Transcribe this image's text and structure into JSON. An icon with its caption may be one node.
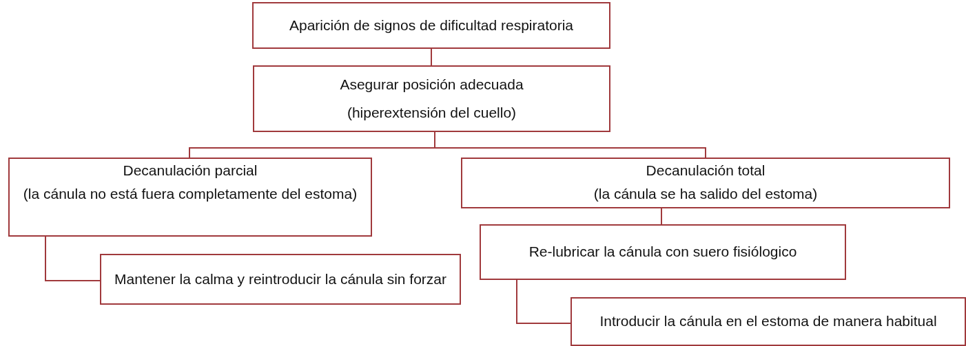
{
  "diagram": {
    "nodes": [
      {
        "text": [
          "Aparición de signos de dificultad respiratoria"
        ]
      },
      {
        "text": [
          "Asegurar posición adecuada",
          "(hiperextensión del cuello)"
        ]
      },
      {
        "text": [
          "Decanulación parcial",
          "(la cánula no está fuera completamente del estoma)"
        ]
      },
      {
        "text": [
          "Mantener la calma y reintroducir la cánula sin forzar"
        ]
      },
      {
        "text": [
          "Decanulación total",
          "(la cánula se ha salido del estoma)"
        ]
      },
      {
        "text": [
          "Re-lubricar la cánula con suero fisiólogico"
        ]
      },
      {
        "text": [
          "Introducir la cánula en el estoma de manera habitual"
        ]
      }
    ],
    "edges": [
      {
        "from": 0,
        "to": 1,
        "arrow": "none"
      },
      {
        "from": 1,
        "to": 2,
        "arrow": "none"
      },
      {
        "from": 1,
        "to": 4,
        "arrow": "none"
      },
      {
        "from": 2,
        "to": 3,
        "arrow": "none"
      },
      {
        "from": 4,
        "to": 5,
        "arrow": "none"
      },
      {
        "from": 5,
        "to": 6,
        "arrow": "none"
      }
    ]
  }
}
